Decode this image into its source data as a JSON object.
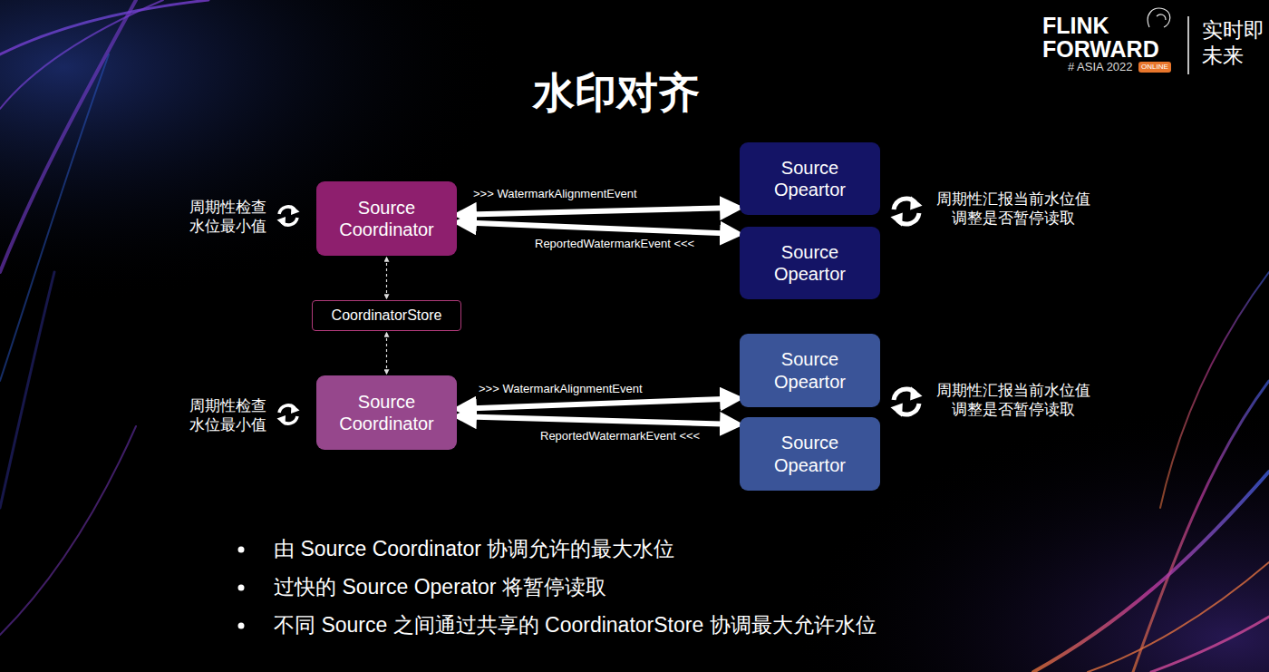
{
  "diagram": {
    "title": "水印对齐",
    "nodes": [
      {
        "text": [
          "Source Coordinator"
        ]
      },
      {
        "text": [
          "Source Opeartor"
        ]
      },
      {
        "text": [
          "Source Opeartor"
        ]
      },
      {
        "text": [
          "CoordinatorStore"
        ]
      },
      {
        "text": [
          "Source Coordinator"
        ]
      },
      {
        "text": [
          "Source Opeartor"
        ]
      },
      {
        "text": [
          "Source Opeartor"
        ]
      }
    ],
    "edges": [
      {
        "from": 0,
        "to": 1,
        "arrow": "both"
      },
      {
        "from": 0,
        "to": 2,
        "arrow": "both"
      },
      {
        "from": 3,
        "to": 0,
        "arrow": "both"
      },
      {
        "from": 3,
        "to": 4,
        "arrow": "both"
      },
      {
        "from": 4,
        "to": 5,
        "arrow": "both"
      },
      {
        "from": 4,
        "to": 6,
        "arrow": "both"
      }
    ],
    "labels": [
      "FLINK",
      "FORWARD",
      "# ASIA 2022",
      "ONLINE",
      "实时即未来",
      "周期性检查 水位最小值",
      ">>> WatermarkAlignmentEvent",
      "ReportedWatermarkEvent <<<",
      "周期性汇报当前水位值 调整是否暂停读取",
      "周期性检查 水位最小值",
      ">>> WatermarkAlignmentEvent",
      "ReportedWatermarkEvent <<<",
      "周期性汇报当前水位值 调整是否暂停读取",
      "由 Source Coordinator 协调允许的最大水位",
      "过快的 Source Operator 将暂停读取",
      "不同 Source 之间通过共享的 CoordinatorStore 协调最大允许水位"
    ]
  }
}
